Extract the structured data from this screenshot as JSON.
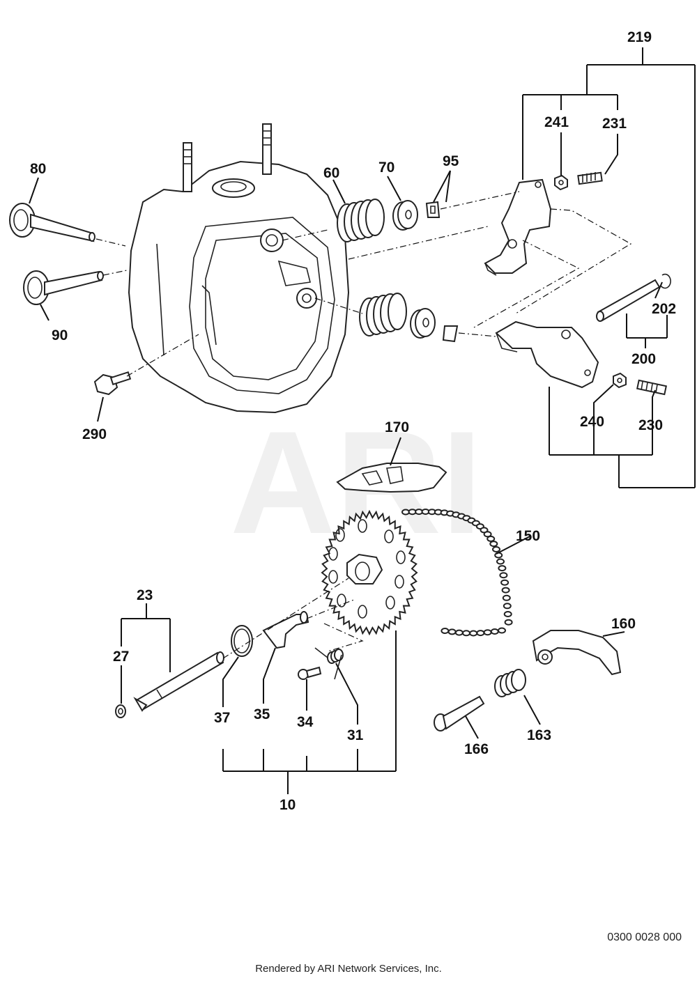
{
  "watermark": "ARI",
  "callouts": {
    "c219": "219",
    "c241": "241",
    "c231": "231",
    "c80": "80",
    "c60": "60",
    "c70": "70",
    "c95": "95",
    "c90": "90",
    "c202": "202",
    "c200": "200",
    "c290": "290",
    "c240": "240",
    "c230": "230",
    "c170": "170",
    "c150": "150",
    "c23": "23",
    "c160": "160",
    "c27": "27",
    "c37": "37",
    "c35": "35",
    "c34": "34",
    "c31": "31",
    "c166": "166",
    "c163": "163",
    "c10": "10"
  },
  "footer": {
    "credit": "Rendered by ARI Network Services, Inc.",
    "drawing_id": "0300 0028 000"
  }
}
